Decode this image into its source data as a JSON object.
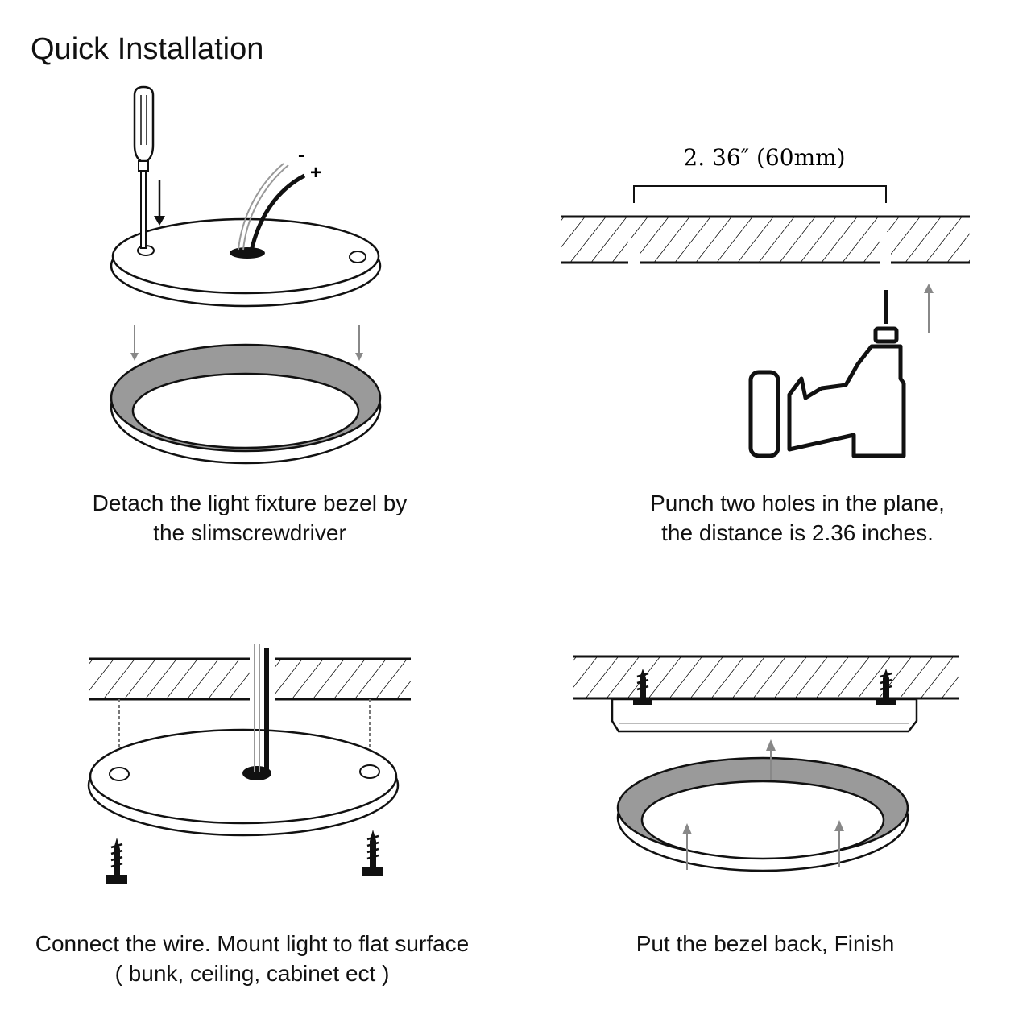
{
  "title": "Quick Installation",
  "steps": [
    {
      "line1": "Detach the light fixture bezel by",
      "line2": "the slimscrewdriver"
    },
    {
      "line1": "Punch two holes in the plane,",
      "line2": "the distance is 2.36 inches."
    },
    {
      "line1": "Connect the wire. Mount  light to flat surface",
      "line2": "( bunk, ceiling, cabinet ect  )"
    },
    {
      "line1": "Put the bezel back,  Finish",
      "line2": ""
    }
  ],
  "dimension_label": "2. 36″ (60mm)",
  "wire_polarity": {
    "negative": "-",
    "positive": "+"
  },
  "icons": [
    "screwdriver-icon",
    "drill-icon",
    "screw-icon",
    "wire-icon"
  ]
}
